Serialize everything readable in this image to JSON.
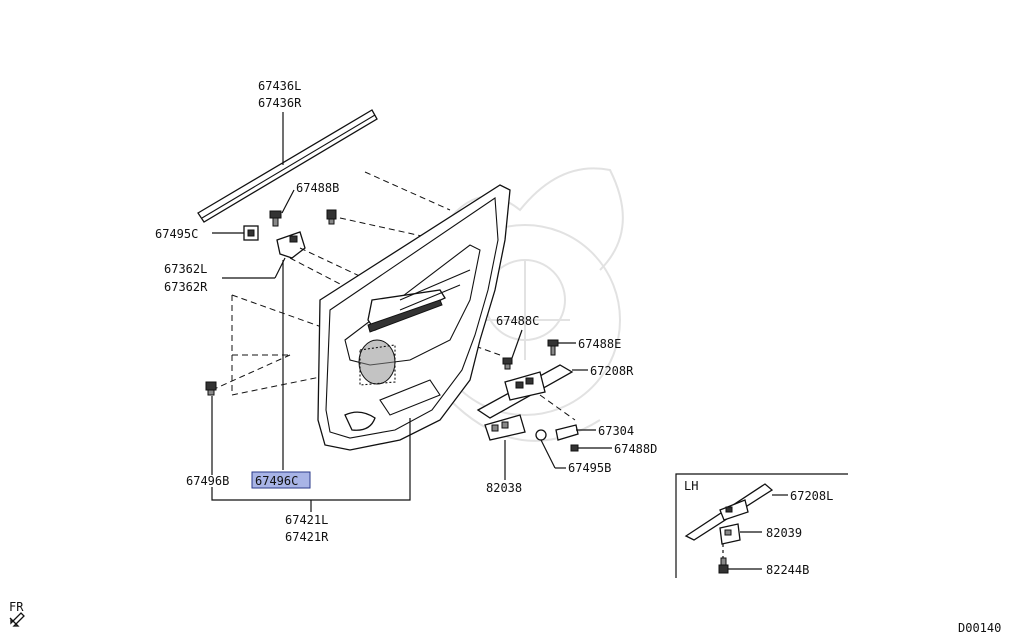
{
  "diagram": {
    "labels": {
      "p67436L": "67436L",
      "p67436R": "67436R",
      "p67488B": "67488B",
      "p67495C": "67495C",
      "p67362L": "67362L",
      "p67362R": "67362R",
      "p67488C": "67488C",
      "p67488E": "67488E",
      "p67208R": "67208R",
      "p67304": "67304",
      "p67488D": "67488D",
      "p67495B": "67495B",
      "p82038": "82038",
      "p67496B": "67496B",
      "p67496C": "67496C",
      "p67421L": "67421L",
      "p67421R": "67421R",
      "lh": "LH",
      "p67208L": "67208L",
      "p82039": "82039",
      "p82244B": "82244B",
      "fr": "FR",
      "code": "D00140"
    },
    "highlight_color": "#a8b4e6"
  }
}
